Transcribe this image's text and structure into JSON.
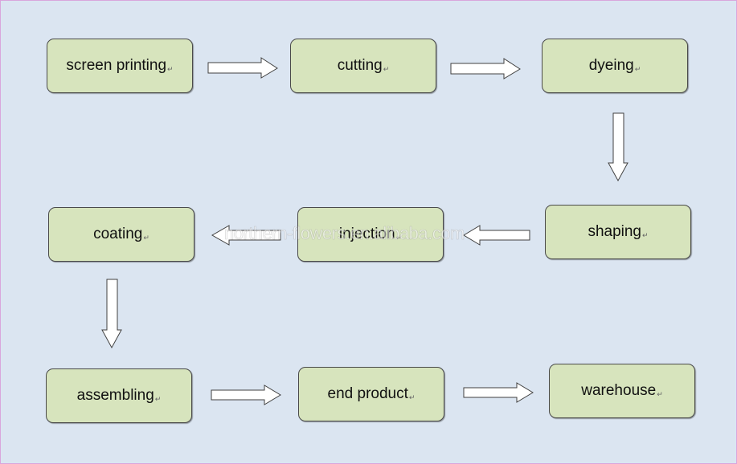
{
  "diagram": {
    "steps": [
      {
        "id": "screen-printing",
        "label": "screen printing"
      },
      {
        "id": "cutting",
        "label": "cutting"
      },
      {
        "id": "dyeing",
        "label": "dyeing"
      },
      {
        "id": "shaping",
        "label": "shaping"
      },
      {
        "id": "injection",
        "label": "injection"
      },
      {
        "id": "coating",
        "label": "coating"
      },
      {
        "id": "assembling",
        "label": "assembling"
      },
      {
        "id": "end-product",
        "label": "end product"
      },
      {
        "id": "warehouse",
        "label": "warehouse"
      }
    ],
    "paragraph_mark": "↵",
    "flow": [
      {
        "from": "screen-printing",
        "to": "cutting",
        "direction": "right"
      },
      {
        "from": "cutting",
        "to": "dyeing",
        "direction": "right"
      },
      {
        "from": "dyeing",
        "to": "shaping",
        "direction": "down"
      },
      {
        "from": "shaping",
        "to": "injection",
        "direction": "left"
      },
      {
        "from": "injection",
        "to": "coating",
        "direction": "left"
      },
      {
        "from": "coating",
        "to": "assembling",
        "direction": "down"
      },
      {
        "from": "assembling",
        "to": "end-product",
        "direction": "right"
      },
      {
        "from": "end-product",
        "to": "warehouse",
        "direction": "right"
      }
    ]
  },
  "watermark": "northern-flowers.en.alibaba.com",
  "colors": {
    "background": "#dbe5f1",
    "box_fill": "#d7e4bd",
    "box_border": "#4a4a4a",
    "arrow_fill": "#ffffff",
    "arrow_stroke": "#404040"
  }
}
